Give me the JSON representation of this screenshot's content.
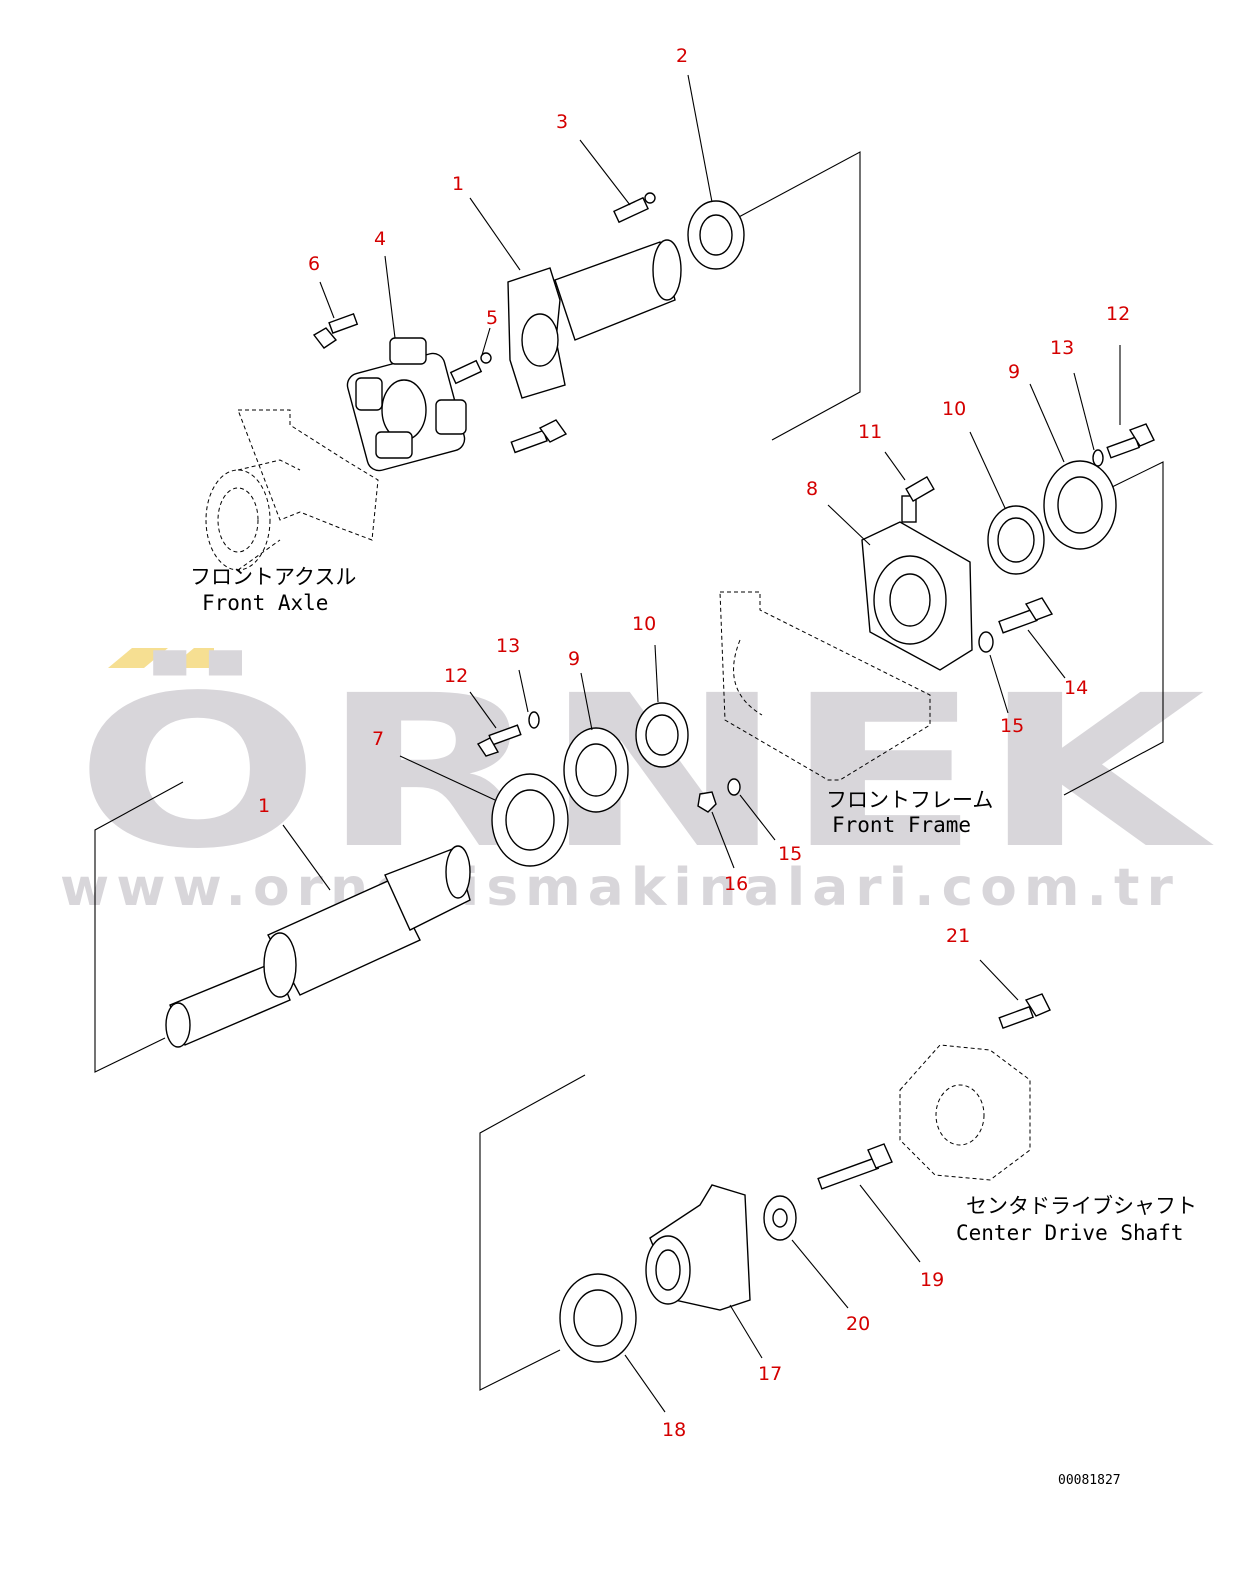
{
  "watermark": {
    "brand": "ÖRNEK",
    "url": "www.ornekismakinalari.com.tr",
    "brand_color": "#d8d6da",
    "accent_color": "#f6df92"
  },
  "captions": {
    "front_axle_jp": "フロントアクスル",
    "front_axle_en": "Front Axle",
    "front_frame_jp": "フロントフレーム",
    "front_frame_en": "Front Frame",
    "center_drive_shaft_jp": "センタドライブシャフト",
    "center_drive_shaft_en": "Center Drive Shaft"
  },
  "document_number": "00081827",
  "callout_color": "#d40000",
  "callouts": [
    {
      "id": "c2",
      "label": "2"
    },
    {
      "id": "c3",
      "label": "3"
    },
    {
      "id": "c1a",
      "label": "1"
    },
    {
      "id": "c4",
      "label": "4"
    },
    {
      "id": "c6",
      "label": "6"
    },
    {
      "id": "c5",
      "label": "5"
    },
    {
      "id": "c12a",
      "label": "12"
    },
    {
      "id": "c13a",
      "label": "13"
    },
    {
      "id": "c9a",
      "label": "9"
    },
    {
      "id": "c10a",
      "label": "10"
    },
    {
      "id": "c11",
      "label": "11"
    },
    {
      "id": "c8",
      "label": "8"
    },
    {
      "id": "c14",
      "label": "14"
    },
    {
      "id": "c15a",
      "label": "15"
    },
    {
      "id": "c10b",
      "label": "10"
    },
    {
      "id": "c9b",
      "label": "9"
    },
    {
      "id": "c13b",
      "label": "13"
    },
    {
      "id": "c12b",
      "label": "12"
    },
    {
      "id": "c7",
      "label": "7"
    },
    {
      "id": "c1b",
      "label": "1"
    },
    {
      "id": "c15b",
      "label": "15"
    },
    {
      "id": "c16",
      "label": "16"
    },
    {
      "id": "c21",
      "label": "21"
    },
    {
      "id": "c19",
      "label": "19"
    },
    {
      "id": "c20",
      "label": "20"
    },
    {
      "id": "c17",
      "label": "17"
    },
    {
      "id": "c18",
      "label": "18"
    }
  ]
}
